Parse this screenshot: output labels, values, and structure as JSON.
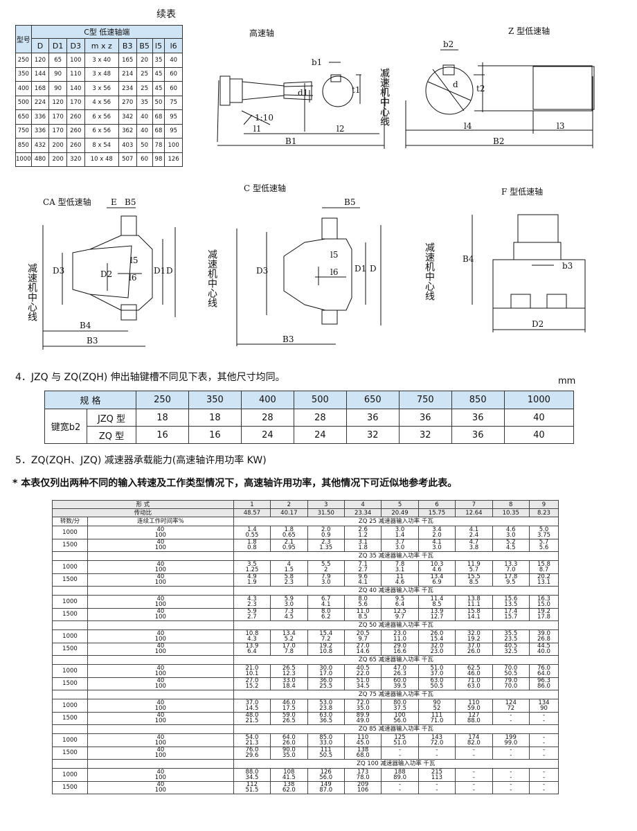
{
  "continued_label": "续表",
  "c_table": {
    "row_label": "型号",
    "group_header": "C型 低速轴端",
    "columns": [
      "D",
      "D1",
      "D3",
      "m x z",
      "B3",
      "B5",
      "l5",
      "l6"
    ],
    "rows": [
      [
        "250",
        "120",
        "65",
        "100",
        "3 x 40",
        "165",
        "20",
        "35",
        "40"
      ],
      [
        "350",
        "144",
        "90",
        "110",
        "3 x 48",
        "214",
        "25",
        "45",
        "60"
      ],
      [
        "400",
        "168",
        "90",
        "140",
        "3 x 56",
        "234",
        "25",
        "45",
        "60"
      ],
      [
        "500",
        "224",
        "120",
        "170",
        "4 x 56",
        "270",
        "35",
        "50",
        "75"
      ],
      [
        "650",
        "336",
        "170",
        "260",
        "6 x 56",
        "342",
        "40",
        "68",
        "95"
      ],
      [
        "750",
        "336",
        "170",
        "260",
        "6 x 56",
        "362",
        "40",
        "68",
        "95"
      ],
      [
        "850",
        "432",
        "200",
        "260",
        "8 x 54",
        "403",
        "50",
        "78",
        "100"
      ],
      [
        "1000",
        "480",
        "200",
        "320",
        "10 x 48",
        "507",
        "60",
        "98",
        "126"
      ]
    ]
  },
  "diagrams": {
    "high_speed_title": "高速轴",
    "z_title": "Z 型低速轴",
    "ca_title": "CA 型低速轴",
    "c_title": "C 型低速轴",
    "f_title": "F 型低速轴",
    "center_line": "减速机中心线",
    "labels": {
      "b1": "b1",
      "d1": "d1",
      "t1": "t1",
      "taper": "1:10",
      "l1": "l1",
      "l2": "l2",
      "B1": "B1",
      "b2": "b2",
      "d": "d",
      "t2": "t2",
      "l4": "l4",
      "l3": "l3",
      "B2": "B2",
      "E": "E",
      "B5": "B5",
      "D3": "D3",
      "D2": "D2",
      "l5": "l5",
      "l6": "l6",
      "D1": "D1",
      "D": "D",
      "B4": "B4",
      "B3": "B3",
      "b3": "b3"
    }
  },
  "section4": {
    "heading": "4．JZQ 与 ZQ(ZQH) 伸出轴键槽不同见下表，其他尺寸均同。",
    "unit": "mm",
    "spec_label": "规  格",
    "key_width_label": "键宽b2",
    "specs": [
      "250",
      "350",
      "400",
      "500",
      "650",
      "750",
      "850",
      "1000"
    ],
    "rows": [
      {
        "name": "JZQ 型",
        "values": [
          "18",
          "18",
          "28",
          "28",
          "36",
          "36",
          "36",
          "40"
        ]
      },
      {
        "name": "ZQ 型",
        "values": [
          "16",
          "16",
          "24",
          "24",
          "32",
          "32",
          "36",
          "40"
        ]
      }
    ]
  },
  "section5": {
    "heading": "5．ZQ(ZQH、JZQ) 减速器承载能力(高速轴许用功率 KW)",
    "note": "* 本表仅列出两种不同的输入转速及工作类型情况下，高速轴许用功率，其他情况下可近似地参考此表。"
  },
  "power_table": {
    "form_label": "形  式",
    "ratio_label": "传动比",
    "speed_label": "转数/分",
    "duty_label": "连续工作时间率%",
    "forms": [
      "1",
      "2",
      "3",
      "4",
      "5",
      "6",
      "7",
      "8",
      "9"
    ],
    "ratios": [
      "48.57",
      "40.17",
      "31.50",
      "23.34",
      "20.49",
      "15.75",
      "12.64",
      "10.35",
      "8.23"
    ],
    "sections": [
      {
        "title": "ZQ 25 减速器输入功率 千瓦",
        "rows": [
          {
            "speed": "1000",
            "duty": [
              "40",
              "100"
            ],
            "values": [
              [
                "1.4",
                "0.55"
              ],
              [
                "1.8",
                "0.65"
              ],
              [
                "2.0",
                "0.9"
              ],
              [
                "2.6",
                "1.2"
              ],
              [
                "3.0",
                "1.4"
              ],
              [
                "3.4",
                "2.0"
              ],
              [
                "4.1",
                "2.4"
              ],
              [
                "4.6",
                "3.0"
              ],
              [
                "5.0",
                "3.75"
              ]
            ]
          },
          {
            "speed": "1500",
            "duty": [
              "40",
              "100"
            ],
            "values": [
              [
                "1.8",
                "0.8"
              ],
              [
                "2.1",
                "0.95"
              ],
              [
                "2.3",
                "1.35"
              ],
              [
                "3.1",
                "1.8"
              ],
              [
                "3.7",
                "3.0"
              ],
              [
                "4.1",
                "3.0"
              ],
              [
                "4.7",
                "3.8"
              ],
              [
                "5.2",
                "4.5"
              ],
              [
                "5.7",
                "5.6"
              ]
            ]
          }
        ]
      },
      {
        "title": "ZQ 35 减速器输入功率 千瓦",
        "rows": [
          {
            "speed": "1000",
            "duty": [
              "40",
              "100"
            ],
            "values": [
              [
                "3.5",
                "1.25"
              ],
              [
                "4",
                "1.5"
              ],
              [
                "5.5",
                "2"
              ],
              [
                "7.1",
                "2.7"
              ],
              [
                "7.8",
                "3.1"
              ],
              [
                "10.3",
                "4.6"
              ],
              [
                "11.9",
                "5.7"
              ],
              [
                "13.3",
                "7.0"
              ],
              [
                "15.8",
                "8.7"
              ]
            ]
          },
          {
            "speed": "1500",
            "duty": [
              "40",
              "100"
            ],
            "values": [
              [
                "4.9",
                "1.9"
              ],
              [
                "5.8",
                "2.3"
              ],
              [
                "7.9",
                "3.0"
              ],
              [
                "9.6",
                "4.1"
              ],
              [
                "11",
                "4.6"
              ],
              [
                "13.4",
                "6.9"
              ],
              [
                "15.5",
                "8.5"
              ],
              [
                "17.8",
                "9.5"
              ],
              [
                "20.2",
                "13.1"
              ]
            ]
          }
        ]
      },
      {
        "title": "ZQ 40 减速器输入功率 千瓦",
        "rows": [
          {
            "speed": "1000",
            "duty": [
              "40",
              "100"
            ],
            "values": [
              [
                "4.3",
                "2.3"
              ],
              [
                "5.9",
                "3.0"
              ],
              [
                "6.7",
                "4.1"
              ],
              [
                "8.0",
                "5.6"
              ],
              [
                "9.5",
                "6.4"
              ],
              [
                "11.4",
                "8.5"
              ],
              [
                "13.8",
                "11.1"
              ],
              [
                "15.6",
                "13.5"
              ],
              [
                "16.3",
                "15.0"
              ]
            ]
          },
          {
            "speed": "1500",
            "duty": [
              "40",
              "100"
            ],
            "values": [
              [
                "5.9",
                "2.7"
              ],
              [
                "7.3",
                "4.5"
              ],
              [
                "8.0",
                "6.2"
              ],
              [
                "11.0",
                "8.5"
              ],
              [
                "12.5",
                "9.7"
              ],
              [
                "13.9",
                "12.7"
              ],
              [
                "15.8",
                "14.1"
              ],
              [
                "17.4",
                "15.7"
              ],
              [
                "19.2",
                "17.8"
              ]
            ]
          }
        ]
      },
      {
        "title": "ZQ 50 减速器输入功率 千瓦",
        "rows": [
          {
            "speed": "1000",
            "duty": [
              "40",
              "100"
            ],
            "values": [
              [
                "10.8",
                "4.3"
              ],
              [
                "13.4",
                "5.2"
              ],
              [
                "15.4",
                "7.2"
              ],
              [
                "20.5",
                "9.7"
              ],
              [
                "23.0",
                "11.0"
              ],
              [
                "26.0",
                "15.4"
              ],
              [
                "32.0",
                "19.2"
              ],
              [
                "35.5",
                "23.5"
              ],
              [
                "39.0",
                "26.8"
              ]
            ]
          },
          {
            "speed": "1500",
            "duty": [
              "40",
              "100"
            ],
            "values": [
              [
                "13.9",
                "6.4"
              ],
              [
                "17.0",
                "7.8"
              ],
              [
                "19.2",
                "10.8"
              ],
              [
                "27.0",
                "14.6"
              ],
              [
                "29.0",
                "16.6"
              ],
              [
                "32.0",
                "23.0"
              ],
              [
                "37.0",
                "26.0"
              ],
              [
                "40.5",
                "32.5"
              ],
              [
                "44.5",
                "40.0"
              ]
            ]
          }
        ]
      },
      {
        "title": "ZQ 65 减速器输入功率 千瓦",
        "rows": [
          {
            "speed": "1000",
            "duty": [
              "40",
              "100"
            ],
            "values": [
              [
                "21.0",
                "10.1"
              ],
              [
                "26.5",
                "12.3"
              ],
              [
                "30.0",
                "17.0"
              ],
              [
                "40.5",
                "22.0"
              ],
              [
                "47.0",
                "26.3"
              ],
              [
                "51.0",
                "37.0"
              ],
              [
                "62.5",
                "46.0"
              ],
              [
                "70.0",
                "50.5"
              ],
              [
                "76.0",
                "64.0"
              ]
            ]
          },
          {
            "speed": "1500",
            "duty": [
              "40",
              "100"
            ],
            "values": [
              [
                "27.0",
                "15.2"
              ],
              [
                "33.0",
                "18.4"
              ],
              [
                "36.0",
                "25.5"
              ],
              [
                "51.0",
                "34.5"
              ],
              [
                "60.0",
                "39.5"
              ],
              [
                "63.0",
                "50.5"
              ],
              [
                "71.0",
                "63.0"
              ],
              [
                "79.0",
                "70.0"
              ],
              [
                "96.3",
                "86.0"
              ]
            ]
          }
        ]
      },
      {
        "title": "ZQ 75 减速器输入功率 千瓦",
        "rows": [
          {
            "speed": "1000",
            "duty": [
              "40",
              "100"
            ],
            "values": [
              [
                "37.0",
                "14.5"
              ],
              [
                "46.0",
                "17.5"
              ],
              [
                "53.0",
                "23.8"
              ],
              [
                "72.0",
                "35.0"
              ],
              [
                "80.0",
                "37.5"
              ],
              [
                "90",
                "52"
              ],
              [
                "110",
                "59.0"
              ],
              [
                "124",
                "72"
              ],
              [
                "134",
                "90"
              ]
            ]
          },
          {
            "speed": "1500",
            "duty": [
              "40",
              "100"
            ],
            "values": [
              [
                "48.0",
                "21.5"
              ],
              [
                "59.0",
                "26.5"
              ],
              [
                "63.0",
                "36.5"
              ],
              [
                "89.9",
                "49.0"
              ],
              [
                "100",
                "56.0"
              ],
              [
                "111",
                "71.0"
              ],
              [
                "127",
                "88.0"
              ],
              [
                "-",
                "-"
              ],
              [
                "-",
                "-"
              ]
            ]
          }
        ]
      },
      {
        "title": "ZQ 85 减速器输入功率 千瓦",
        "rows": [
          {
            "speed": "1000",
            "duty": [
              "40",
              "100"
            ],
            "values": [
              [
                "54.0",
                "21.3"
              ],
              [
                "64.0",
                "26.0"
              ],
              [
                "85.0",
                "33.0"
              ],
              [
                "110",
                "45.0"
              ],
              [
                "125",
                "51.0"
              ],
              [
                "143",
                "72.0"
              ],
              [
                "174",
                "82.0"
              ],
              [
                "199",
                "99.0"
              ],
              [
                "-",
                "-"
              ]
            ]
          },
          {
            "speed": "1500",
            "duty": [
              "40",
              "100"
            ],
            "values": [
              [
                "76.0",
                "29.6"
              ],
              [
                "90.0",
                "35.0"
              ],
              [
                "111",
                "50.5"
              ],
              [
                "138",
                "68.0"
              ],
              [
                "-",
                "-"
              ],
              [
                "-",
                "-"
              ],
              [
                "-",
                "-"
              ],
              [
                "-",
                "-"
              ],
              [
                "-",
                "-"
              ]
            ]
          }
        ]
      },
      {
        "title": "ZQ 100 减速器输入功率 千瓦",
        "rows": [
          {
            "speed": "1000",
            "duty": [
              "40",
              "100"
            ],
            "values": [
              [
                "88.0",
                "34.5"
              ],
              [
                "108",
                "41.5"
              ],
              [
                "126",
                "56.0"
              ],
              [
                "173",
                "78.0"
              ],
              [
                "188",
                "89.0"
              ],
              [
                "215",
                "113"
              ],
              [
                "-",
                "-"
              ],
              [
                "-",
                "-"
              ],
              [
                "-",
                "-"
              ]
            ]
          },
          {
            "speed": "1500",
            "duty": [
              "40",
              "100"
            ],
            "values": [
              [
                "112",
                "51.5"
              ],
              [
                "138",
                "62.0"
              ],
              [
                "149",
                "87.0"
              ],
              [
                "209",
                "106"
              ],
              [
                "-",
                "-"
              ],
              [
                "-",
                "-"
              ],
              [
                "-",
                "-"
              ],
              [
                "-",
                "-"
              ],
              [
                "-",
                "-"
              ]
            ]
          }
        ]
      }
    ]
  }
}
